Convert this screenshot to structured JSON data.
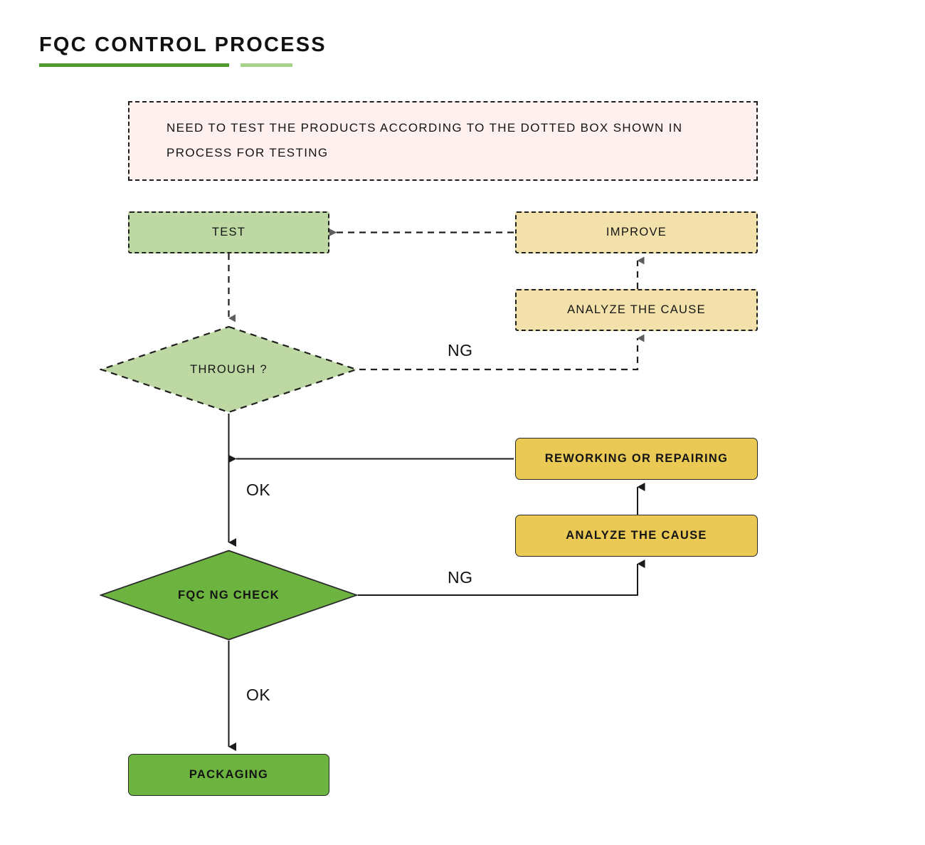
{
  "page": {
    "title": "FQC CONTROL PROCESS",
    "background": "#ffffff"
  },
  "colors": {
    "rule_dark_green": "#4e9b30",
    "rule_light_green": "#a8d18a",
    "light_green_fill": "#bdd8a2",
    "solid_green_fill": "#6cb33f",
    "pale_yellow_fill": "#f3e1ac",
    "golden_yellow_fill": "#eac955",
    "note_pink_fill": "#fdf0ee",
    "dashed_stroke": "#1f1f1f",
    "solid_stroke": "#2a2a2a",
    "gray_arrow": "#5e5e5e",
    "black_arrow": "#1a1a1a",
    "text": "#141414"
  },
  "note": {
    "text": "NEED TO TEST THE PRODUCTS ACCORDING TO THE DOTTED BOX SHOWN IN PROCESS FOR TESTING"
  },
  "nodes": {
    "test": {
      "label": "TEST",
      "shape": "rectangle",
      "style": "dashed",
      "fill": "#bdd8a2"
    },
    "through": {
      "label": "THROUGH ?",
      "shape": "diamond",
      "style": "dashed",
      "fill": "#bdd8a2"
    },
    "improve": {
      "label": "IMPROVE",
      "shape": "rectangle",
      "style": "dashed",
      "fill": "#f3e1ac"
    },
    "analyze_dashed": {
      "label": "ANALYZE THE CAUSE",
      "shape": "rectangle",
      "style": "dashed",
      "fill": "#f3e1ac"
    },
    "reworking": {
      "label": "REWORKING OR REPAIRING",
      "shape": "rectangle",
      "style": "solid",
      "fill": "#eac955"
    },
    "analyze_solid": {
      "label": "ANALYZE THE CAUSE",
      "shape": "rectangle",
      "style": "solid",
      "fill": "#eac955"
    },
    "fqc_check": {
      "label": "FQC NG CHECK",
      "shape": "diamond",
      "style": "solid",
      "fill": "#6cb33f"
    },
    "packaging": {
      "label": "PACKAGING",
      "shape": "rectangle",
      "style": "solid",
      "fill": "#6cb33f"
    }
  },
  "edge_labels": {
    "ng_top": "NG",
    "ok_mid": "OK",
    "ng_bottom": "NG",
    "ok_bottom": "OK"
  },
  "flow_edges": [
    {
      "from": "test",
      "to": "through",
      "label": "",
      "style": "dashed"
    },
    {
      "from": "through",
      "to": "analyze_dashed",
      "label": "NG",
      "style": "dashed"
    },
    {
      "from": "analyze_dashed",
      "to": "improve",
      "label": "",
      "style": "dashed"
    },
    {
      "from": "improve",
      "to": "test",
      "label": "",
      "style": "dashed"
    },
    {
      "from": "through",
      "to": "fqc_check",
      "label": "OK",
      "style": "solid"
    },
    {
      "from": "fqc_check",
      "to": "analyze_solid",
      "label": "NG",
      "style": "solid"
    },
    {
      "from": "analyze_solid",
      "to": "reworking",
      "label": "",
      "style": "solid"
    },
    {
      "from": "reworking",
      "to": "fqc_check_inlet",
      "label": "",
      "style": "solid"
    },
    {
      "from": "fqc_check",
      "to": "packaging",
      "label": "OK",
      "style": "solid"
    }
  ]
}
